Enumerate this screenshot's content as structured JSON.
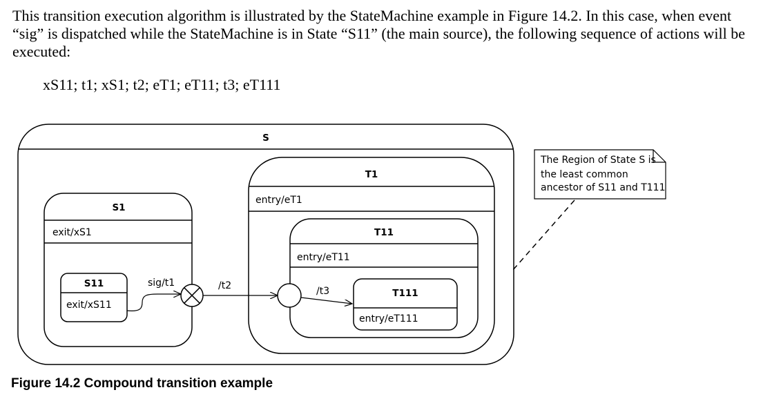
{
  "paragraph": {
    "text": "This transition execution algorithm is illustrated by the StateMachine example in Figure 14.2. In this case, when event “sig” is dispatched while the StateMachine is in State “S11” (the main source), the following sequence of actions will be executed:"
  },
  "sequence": "xS11; t1; xS1; t2; eT1; eT11; t3; eT111",
  "diagram": {
    "S": {
      "name": "S"
    },
    "S1": {
      "name": "S1",
      "activity": "exit/xS1"
    },
    "S11": {
      "name": "S11",
      "activity": "exit/xS11"
    },
    "T1": {
      "name": "T1",
      "activity": "entry/eT1"
    },
    "T11": {
      "name": "T11",
      "activity": "entry/eT11"
    },
    "T111": {
      "name": "T111",
      "activity": "entry/eT111"
    },
    "transitions": {
      "sig": "sig/t1",
      "t2": "/t2",
      "t3": "/t3"
    },
    "note": {
      "line1": "The Region of State S is",
      "line2": "the least common",
      "line3": "ancestor of S11 and T111"
    }
  },
  "caption": "Figure 14.2  Compound transition example"
}
